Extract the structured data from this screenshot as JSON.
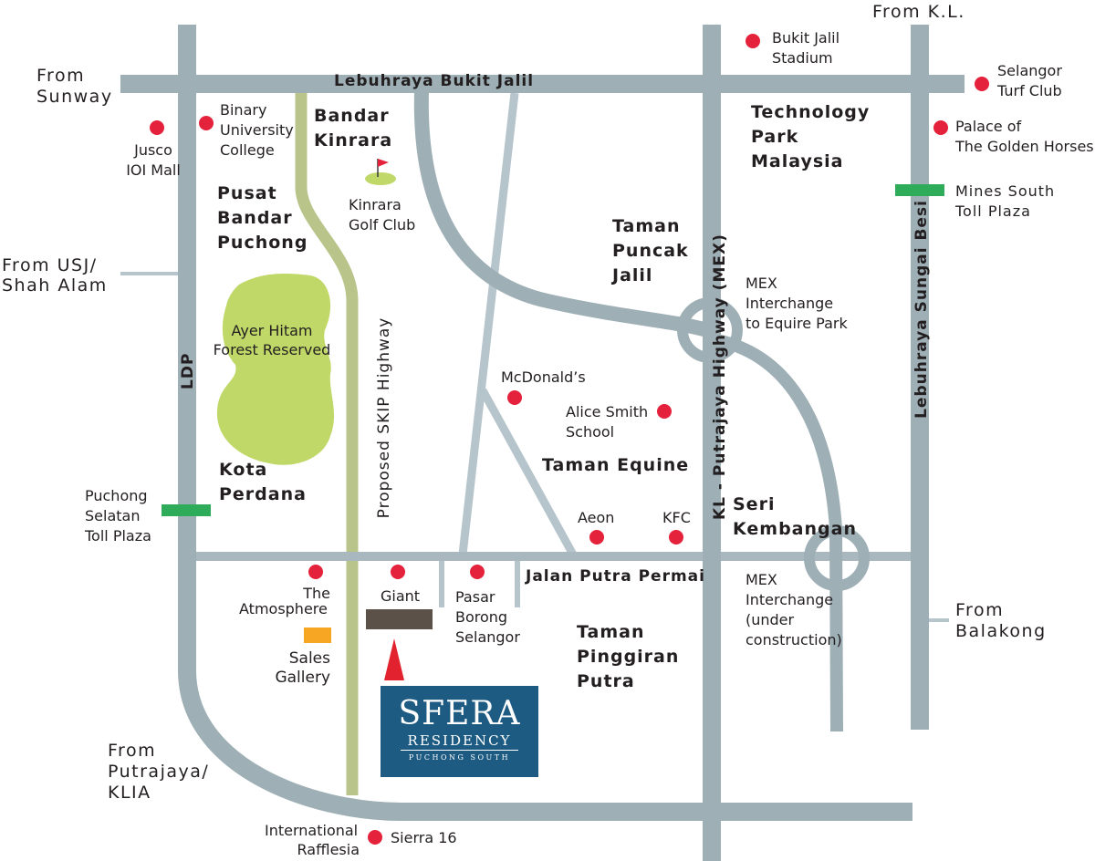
{
  "colors": {
    "road": "#9eafb5",
    "skip": "#b9c48a",
    "forest": "#bfd867",
    "poi": "#e5223b",
    "toll": "#2fac5a",
    "gallery": "#f6a623",
    "giant": "#5b5148",
    "sfera_bg": "#1d5b82",
    "marker": "#e2232f"
  },
  "from": {
    "kl": "From K.L.",
    "sunway": [
      "From",
      "Sunway"
    ],
    "usj": [
      "From USJ/",
      "Shah Alam"
    ],
    "putrajaya": [
      "From",
      "Putrajaya/",
      "KLIA"
    ],
    "balakong": [
      "From",
      "Balakong"
    ]
  },
  "roads": {
    "bukit_jalil": "Lebuhraya Bukit Jalil",
    "ldp": "LDP",
    "skip": "Proposed SKIP Highway",
    "mex": "KL - Putrajaya Highway (MEX)",
    "sungai_besi": "Lebuhraya Sungai Besi",
    "putra_permai": "Jalan Putra Permai"
  },
  "areas": {
    "bandar_kinrara": [
      "Bandar",
      "Kinrara"
    ],
    "pusat_puchong": [
      "Pusat",
      "Bandar",
      "Puchong"
    ],
    "technology_park": [
      "Technology",
      "Park",
      "Malaysia"
    ],
    "taman_puncak": [
      "Taman",
      "Puncak",
      "Jalil"
    ],
    "kota_perdana": [
      "Kota",
      "Perdana"
    ],
    "taman_equine": "Taman Equine",
    "seri_kembangan": [
      "Seri",
      "Kembangan"
    ],
    "taman_pinggiran": [
      "Taman",
      "Pinggiran",
      "Putra"
    ]
  },
  "places": {
    "bukit_jalil_stadium": [
      "Bukit Jalil",
      "Stadium"
    ],
    "selangor_turf": [
      "Selangor",
      "Turf Club"
    ],
    "palace": [
      "Palace of",
      "The Golden Horses"
    ],
    "jusco": [
      "Jusco",
      "IOI Mall"
    ],
    "binary": [
      "Binary",
      "University",
      "College"
    ],
    "kinrara_golf": [
      "Kinrara",
      "Golf Club"
    ],
    "mines_toll": [
      "Mines South",
      "Toll Plaza"
    ],
    "mex_equine": [
      "MEX",
      "Interchange",
      "to Equire Park"
    ],
    "ayer_hitam": [
      "Ayer Hitam",
      "Forest Reserved"
    ],
    "mcdonalds": "McDonald’s",
    "alice_smith": [
      "Alice Smith",
      "School"
    ],
    "puchong_toll": [
      "Puchong",
      "Selatan",
      "Toll Plaza"
    ],
    "aeon": "Aeon",
    "kfc": "KFC",
    "atmosphere": [
      "The",
      "Atmosphere"
    ],
    "giant": "Giant",
    "pasar": [
      "Pasar",
      "Borong",
      "Selangor"
    ],
    "mex_construction": [
      "MEX",
      "Interchange",
      "(under",
      "construction)"
    ],
    "sales_gallery": [
      "Sales",
      "Gallery"
    ],
    "international": [
      "International",
      "Rafflesia"
    ],
    "sierra": "Sierra 16"
  },
  "sfera": {
    "name": "SFERA",
    "sub": "RESIDENCY",
    "loc": "PUCHONG SOUTH"
  }
}
